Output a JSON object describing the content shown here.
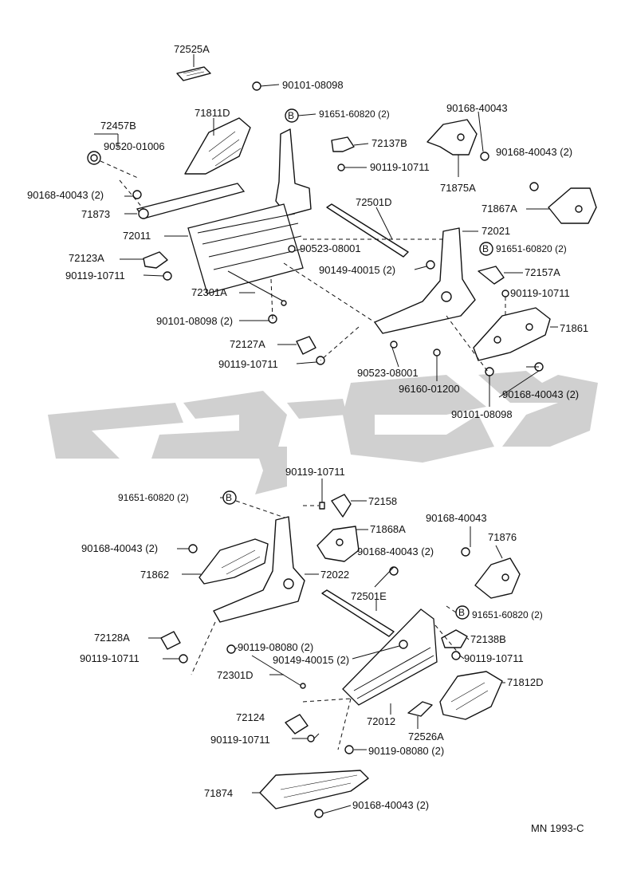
{
  "diagram": {
    "footer_code": "MN  1993-C",
    "watermark_text": "تويوتا",
    "watermark_color": "#c8c8c8",
    "upper_labels": [
      "72525A",
      "90101-08098",
      "71811D",
      "91651-60820 (2)",
      "72457B",
      "90520-01006",
      "90168-40043",
      "72137B",
      "90168-40043 (2)",
      "90119-10711",
      "71875A",
      "90168-40043 (2)",
      "72501D",
      "71867A",
      "71873",
      "72011",
      "72021",
      "90523-08001",
      "91651-60820 (2)",
      "72123A",
      "90149-40015 (2)",
      "72157A",
      "90119-10711",
      "72301A",
      "90119-10711",
      "90101-08098 (2)",
      "71861",
      "72127A",
      "90119-10711",
      "90523-08001",
      "96160-01200",
      "90168-40043 (2)",
      "90101-08098"
    ],
    "lower_labels": [
      "90119-10711",
      "91651-60820 (2)",
      "72158",
      "71868A",
      "90168-40043",
      "90168-40043 (2)",
      "90168-40043 (2)",
      "71876",
      "71862",
      "72022",
      "72501E",
      "91651-60820 (2)",
      "72128A",
      "72138B",
      "90119-08080 (2)",
      "90119-10711",
      "90149-40015 (2)",
      "90119-10711",
      "72301D",
      "71812D",
      "72012",
      "72124",
      "72526A",
      "90119-10711",
      "90119-08080 (2)",
      "71874",
      "90168-40043 (2)"
    ]
  }
}
